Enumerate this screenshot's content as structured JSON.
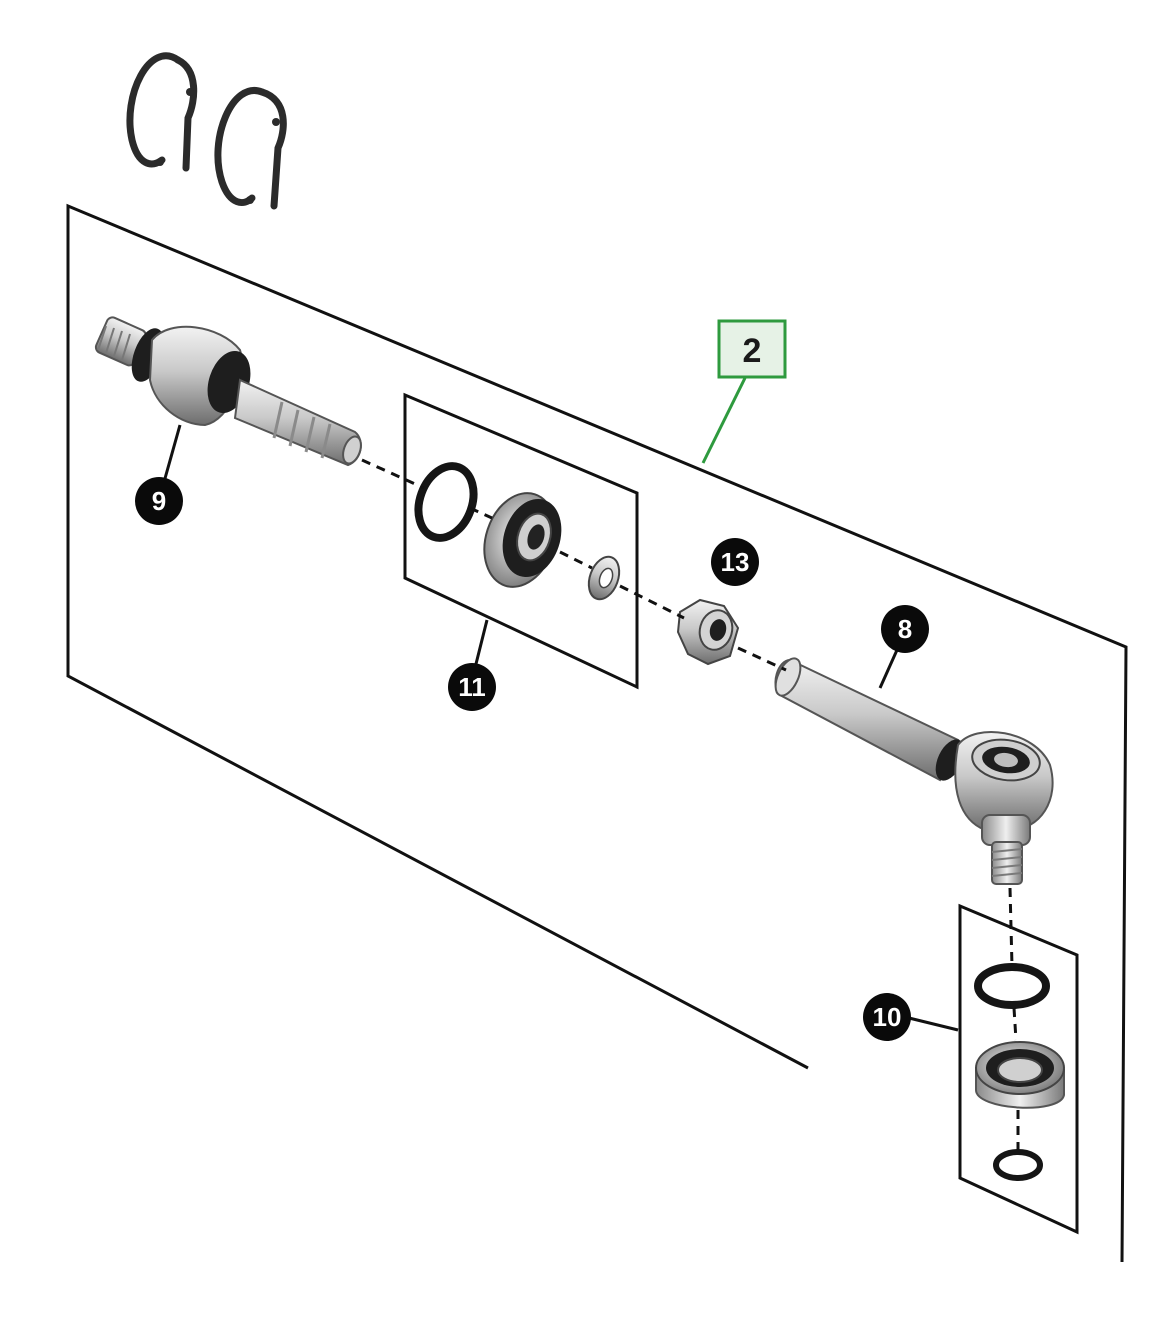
{
  "assembly_tag": {
    "label": "2",
    "color": "#2e9a3e",
    "fill": "#e6f2e6"
  },
  "callouts": [
    {
      "id": "c9",
      "label": "9"
    },
    {
      "id": "c11",
      "label": "11"
    },
    {
      "id": "c13",
      "label": "13"
    },
    {
      "id": "c8",
      "label": "8"
    },
    {
      "id": "c10",
      "label": "10"
    }
  ],
  "colors": {
    "line": "#111111",
    "metal_light": "#d9d9d9",
    "metal_dark": "#6e6e6e",
    "rubber": "#1e1e1e",
    "callout_bg": "#0a0a0a"
  }
}
